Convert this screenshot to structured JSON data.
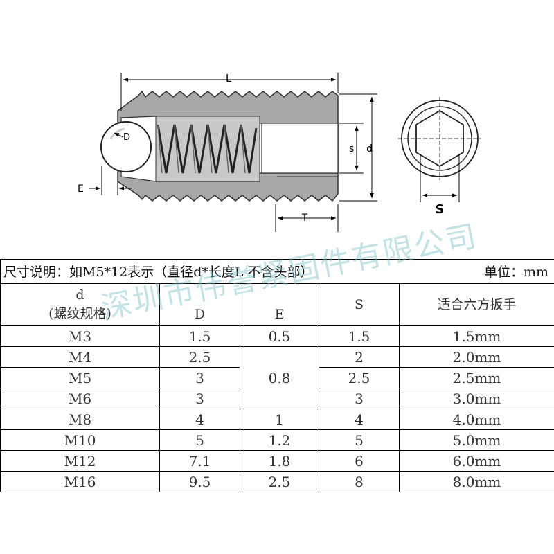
{
  "figure": {
    "labels": {
      "L": "L",
      "D": "D",
      "E": "E",
      "s": "s",
      "d": "d",
      "T": "T",
      "S": "S"
    }
  },
  "table": {
    "caption": "尺寸说明：如M5*12表示（直径d*长度L 不含头部）",
    "unit": "单位：mm",
    "headers": {
      "d": "d",
      "d_sub": "(螺纹规格)",
      "D": "D",
      "E": "E",
      "S": "S",
      "wrench": "适合六方扳手"
    },
    "rows": [
      {
        "d": "M3",
        "D": "1.5",
        "E": "0.5",
        "S": "1.5",
        "wrench": "1.5mm"
      },
      {
        "d": "M4",
        "D": "2.5",
        "E": "0.8",
        "S": "2",
        "wrench": "2.0mm"
      },
      {
        "d": "M5",
        "D": "3",
        "E": "",
        "S": "2.5",
        "wrench": "2.5mm"
      },
      {
        "d": "M6",
        "D": "3",
        "E": "",
        "S": "3",
        "wrench": "3.0mm"
      },
      {
        "d": "M8",
        "D": "4",
        "E": "1",
        "S": "4",
        "wrench": "4.0mm"
      },
      {
        "d": "M10",
        "D": "5",
        "E": "1.2",
        "S": "5",
        "wrench": "5.0mm"
      },
      {
        "d": "M12",
        "D": "7.1",
        "E": "1.8",
        "S": "6",
        "wrench": "6.0mm"
      },
      {
        "d": "M16",
        "D": "9.5",
        "E": "2.5",
        "S": "8",
        "wrench": "8.0mm"
      }
    ]
  },
  "watermark": "深圳市伟誉紧固件有限公司"
}
